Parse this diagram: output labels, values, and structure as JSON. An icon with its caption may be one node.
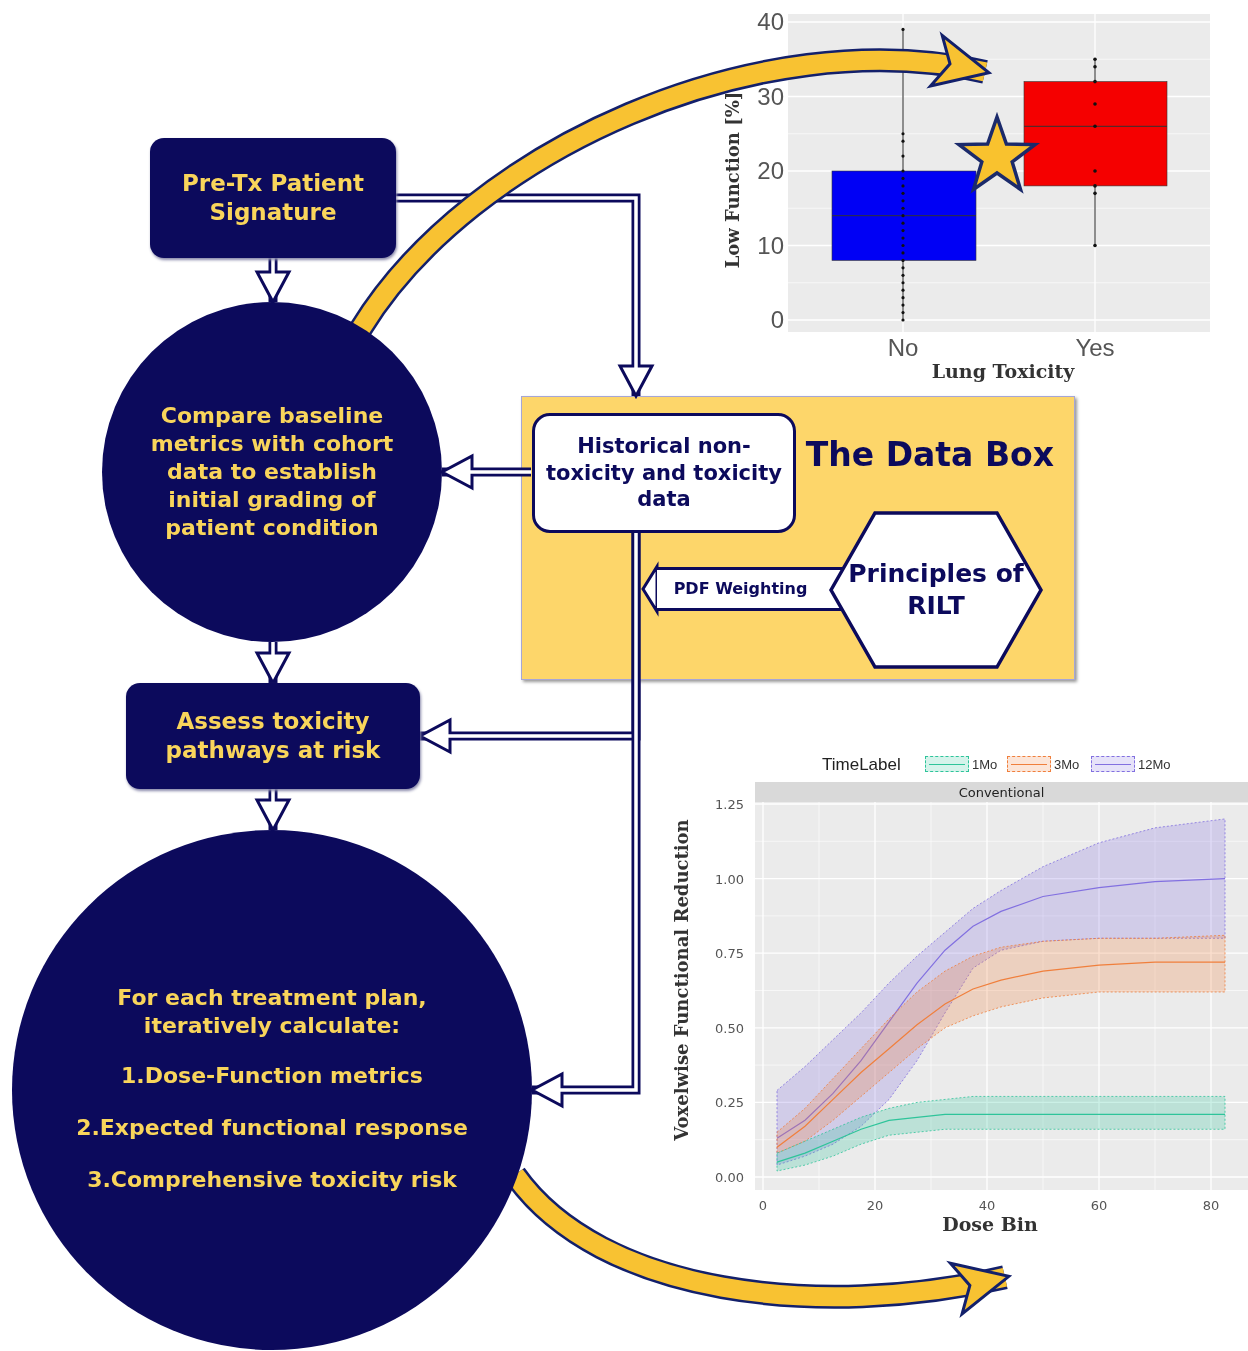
{
  "diagram": {
    "nodes": [
      {
        "text": [
          "Pre-Tx Patient Signature"
        ]
      },
      {
        "text": [
          "Compare baseline metrics with cohort data to establish initial grading of patient condition"
        ]
      },
      {
        "text": [
          "The Data Box"
        ]
      },
      {
        "text": [
          "Historical non-toxicity and toxicity data"
        ],
        "in": 2
      },
      {
        "text": [
          "Principles of RILT"
        ],
        "in": 2
      },
      {
        "text": [
          "Assess toxicity pathways at risk"
        ]
      },
      {
        "text": [
          "For each treatment plan, iteratively calculate:",
          "1.Dose-Function metrics",
          "2.Expected functional response",
          "3.Comprehensive toxicity risk"
        ]
      },
      {
        "text": [],
        "shape": "picture"
      },
      {
        "text": [],
        "shape": "picture"
      }
    ],
    "edges": [
      {
        "from": 0,
        "to": 1,
        "arrow": "to"
      },
      {
        "from": 0,
        "to": 2,
        "arrow": "to"
      },
      {
        "from": 3,
        "to": 1,
        "arrow": "to"
      },
      {
        "from": 1,
        "to": 5,
        "arrow": "to"
      },
      {
        "from": 3,
        "to": 5,
        "arrow": "to"
      },
      {
        "from": 3,
        "to": 6,
        "arrow": "to"
      },
      {
        "from": 5,
        "to": 6,
        "arrow": "to"
      },
      {
        "from": 1,
        "to": 7,
        "arrow": "to",
        "style": "thick",
        "color": "#f8c232"
      },
      {
        "from": 6,
        "to": 8,
        "arrow": "to",
        "style": "thick",
        "color": "#f8c232"
      },
      {
        "from": 4,
        "to": 3,
        "arrow": "to",
        "style": "thick",
        "label": "PDF Weighting"
      }
    ],
    "labels": [
      "40",
      "30",
      "20",
      "10",
      "0",
      "Low Function [%]",
      "No",
      "Yes",
      "Lung Toxicity",
      "TimeLabel",
      "Conventional",
      "1.25",
      "1.00",
      "0.75",
      "0.50",
      "0.25",
      "0.00",
      "Voxelwise Functional Reduction",
      "0",
      "20",
      "40",
      "60",
      "80",
      "Dose Bin"
    ],
    "legend": [
      {
        "text": "1Mo",
        "color": "#2ec49a"
      },
      {
        "text": "3Mo",
        "color": "#f07f3c"
      },
      {
        "text": "12Mo",
        "color": "#8270e0"
      }
    ]
  }
}
